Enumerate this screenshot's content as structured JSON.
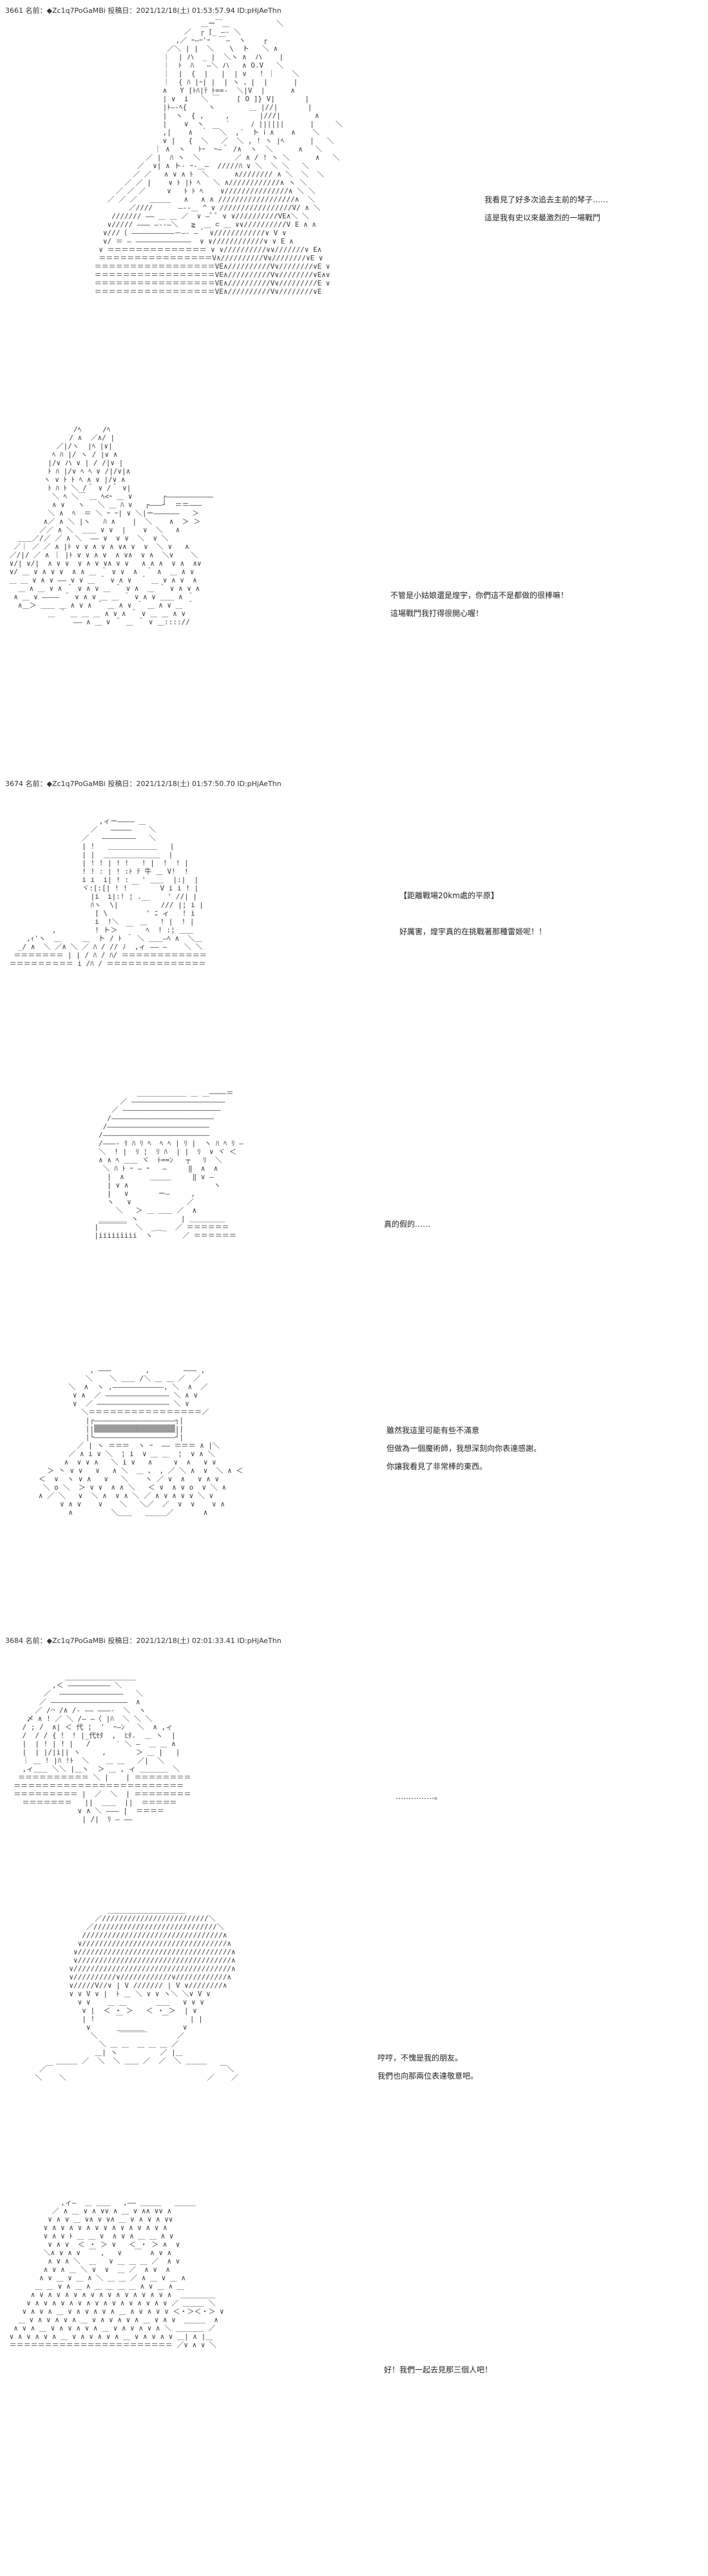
{
  "posts": [
    {
      "header": "3661 名前：◆Zc1q7PoGaMBi 投稿日：2021/12/18(土) 01:53:57.94 ID:pHjAeThn",
      "scenes": [
        {
          "dialogue": "我看見了好多次追去主前的琴子……\n這是我有史以來最激烈的一場戰鬥"
        },
        {
          "dialogue": "不管是小姑娘還是煌宇，你們這不是都做的很棒嘛！\n這場戰鬥我打得很開心喔！"
        }
      ]
    },
    {
      "header": "3674 名前：◆Zc1q7PoGaMBi 投稿日：2021/12/18(土) 01:57:50.70 ID:pHjAeThn",
      "scenes": [
        {
          "dialogue": "【距離戰場20km處的平原】\n\n好厲害，煌宇真的在挑戰著那種雷姬呢！！"
        },
        {
          "dialogue": "真的假的……"
        },
        {
          "dialogue": "雖然我這里可能有些不滿意\n但做為一個魔術師，我想深刻向你表達感謝。\n你讓我看見了非常棒的東西。"
        }
      ]
    },
    {
      "header": "3684 名前：◆Zc1q7PoGaMBi 投稿日：2021/12/18(土) 02:01:33.41 ID:pHjAeThn",
      "scenes": [
        {
          "dialogue": "……………。"
        },
        {
          "dialogue": "哼哼，不愧是我的朋友。\n我們也向那兩位表達敬意吧。"
        },
        {
          "dialogue": "好！我們一起去見那三個人吧！"
        }
      ]
    }
  ]
}
